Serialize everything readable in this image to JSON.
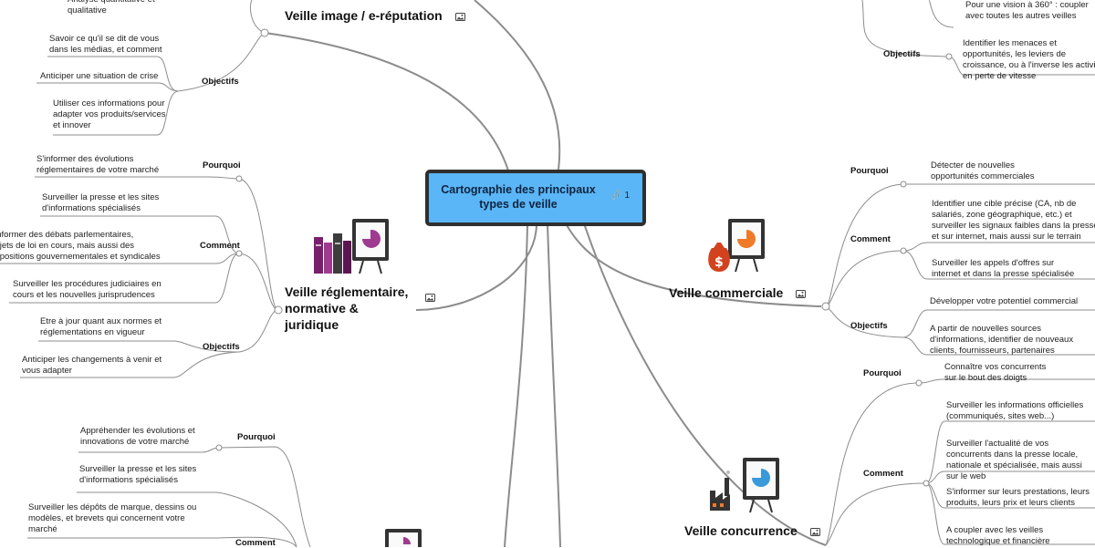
{
  "central": {
    "title": "Cartographie des principaux types de veille",
    "link_count": "1"
  },
  "topics": {
    "image": {
      "title": "Veille image / e-réputation",
      "top_cut": "Analyse quantitative et qualitative",
      "objectifs": {
        "label": "Objectifs",
        "items": [
          "Savoir ce qu'il se dit de vous dans les médias, et comment",
          "Anticiper une situation de crise",
          "Utiliser ces informations pour adapter vos produits/services et innover"
        ]
      }
    },
    "reglementaire": {
      "title": "Veille réglementaire, normative & juridique",
      "pourquoi": {
        "label": "Pourquoi",
        "items": [
          "S'informer des évolutions réglementaires de votre marché"
        ]
      },
      "comment": {
        "label": "Comment",
        "items": [
          "Surveiller la presse et les sites d'informations spécialisés",
          "S'informer des débats parlementaires, projets de loi en cours, mais aussi des propositions gouvernementales et syndicales",
          "Surveiller les procédures judiciaires en cours et les nouvelles jurisprudences"
        ]
      },
      "objectifs": {
        "label": "Objectifs",
        "items": [
          "Etre à jour quant aux normes et réglementations en vigueur",
          "Anticiper les changements à venir et vous adapter"
        ]
      }
    },
    "technologique": {
      "pourquoi": {
        "label": "Pourquoi",
        "items": [
          "Appréhender les évolutions et innovations de votre marché"
        ]
      },
      "comment": {
        "label": "Comment",
        "items": [
          "Surveiller la presse et les sites d'informations spécialisés",
          "Surveiller les dépôts de marque, dessins ou modèles, et brevets qui concernent votre marché"
        ]
      }
    },
    "strategique": {
      "top_cut": "Pour une vision à 360° : coupler avec toutes les autres veilles",
      "objectifs": {
        "label": "Objectifs",
        "items": [
          "Identifier les menaces et opportunités, les leviers de croissance, ou à l'inverse les activités en perte de vitesse"
        ]
      }
    },
    "commerciale": {
      "title": "Veille commerciale",
      "pourquoi": {
        "label": "Pourquoi",
        "items": [
          "Détecter de nouvelles opportunités commerciales"
        ]
      },
      "comment": {
        "label": "Comment",
        "items": [
          "Identifier une cible précise (CA, nb de salariés, zone géographique, etc.) et surveiller les signaux faibles dans la presse et sur internet, mais aussi sur le terrain",
          "Surveiller les appels d'offres sur internet et dans la presse spécialisée"
        ]
      },
      "objectifs": {
        "label": "Objectifs",
        "items": [
          "Développer votre potentiel commercial",
          "A partir de nouvelles sources d'informations, identifier de nouveaux clients, fournisseurs, partenaires"
        ]
      }
    },
    "concurrence": {
      "title": "Veille concurrence",
      "pourquoi": {
        "label": "Pourquoi",
        "items": [
          "Connaître vos concurrents sur le bout des doigts"
        ]
      },
      "comment": {
        "label": "Comment",
        "items": [
          "Surveiller les informations officielles (communiqués, sites web...)",
          "Surveiller l'actualité de vos concurrents dans la presse locale, nationale et spécialisée, mais aussi sur le web",
          "S'informer sur leurs prestations, leurs produits, leurs prix et leurs clients",
          "A coupler avec les veilles technologique et financière"
        ]
      }
    }
  },
  "colors": {
    "central_fill": "#5ab6f7",
    "central_border": "#2f2f2f",
    "link": "#8a8a8a"
  }
}
